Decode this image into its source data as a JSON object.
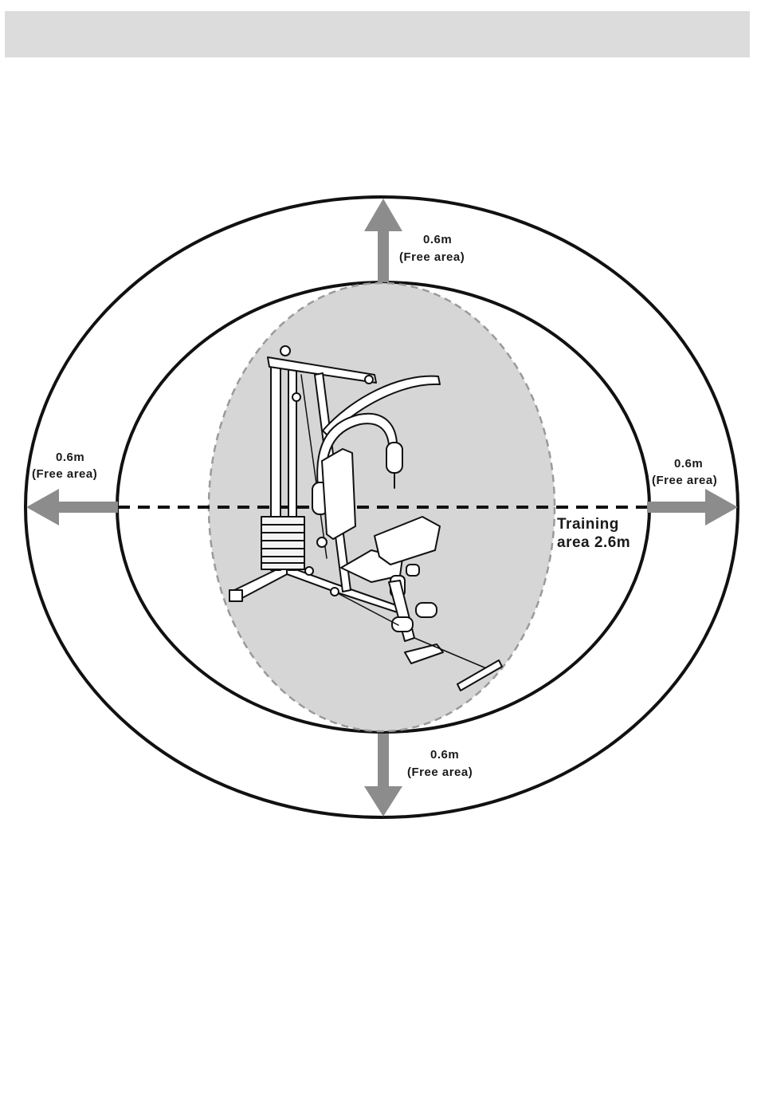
{
  "labels": {
    "top_distance": "0.6m",
    "top_free": "(Free area)",
    "left_distance": "0.6m",
    "left_free": "(Free area)",
    "right_distance": "0.6m",
    "right_free": "(Free area)",
    "bottom_distance": "0.6m",
    "bottom_free": "(Free area)",
    "training_line1": "Training",
    "training_line2": "area 2.6m"
  },
  "colors": {
    "header_bar": "#dcdcdc",
    "outline": "#111111",
    "arrow": "#8c8c8c",
    "equipment_zone": "#d6d6d6"
  },
  "icons": {
    "equipment": "home-gym-machine-illustration"
  }
}
